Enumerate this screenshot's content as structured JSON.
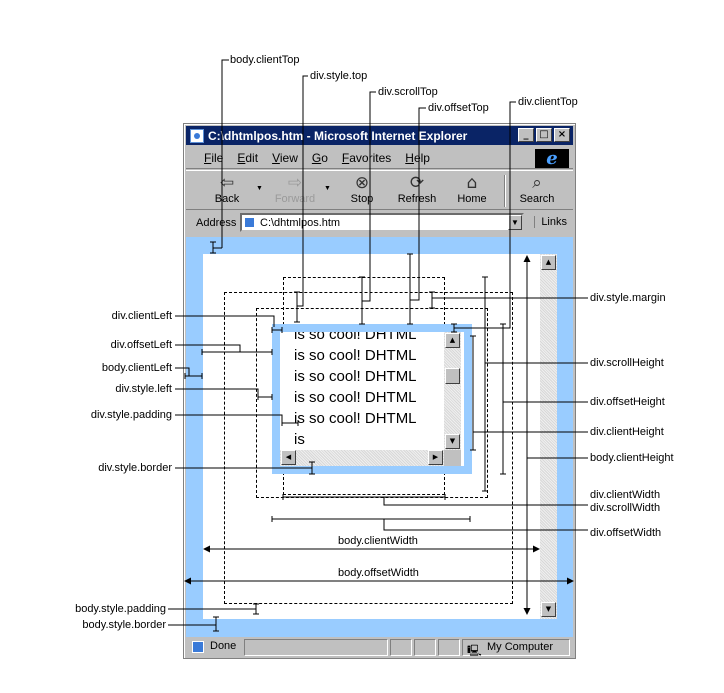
{
  "window": {
    "title": "C:\\dhtmlpos.htm - Microsoft Internet Explorer",
    "buttons": [
      "_",
      "□",
      "×"
    ]
  },
  "menu": [
    "File",
    "Edit",
    "View",
    "Go",
    "Favorites",
    "Help"
  ],
  "toolbar": {
    "back": "Back",
    "forward": "Forward",
    "stop": "Stop",
    "refresh": "Refresh",
    "home": "Home",
    "search": "Search"
  },
  "address": {
    "label": "Address",
    "value": "C:\\dhtmlpos.htm",
    "links": "Links"
  },
  "content": {
    "div_text": "is so cool! DHTML is so cool! DHTML is so cool! DHTML is so cool! DHTML is so cool! DHTML is"
  },
  "status": {
    "left": "Done",
    "zone": "My Computer"
  },
  "labels": {
    "body_clientTop": "body.clientTop",
    "div_style_top": "div.style.top",
    "div_scrollTop": "div.scrollTop",
    "div_offsetTop": "div.offsetTop",
    "div_clientTop": "div.clientTop",
    "div_style_margin": "div.style.margin",
    "div_clientLeft": "div.clientLeft",
    "div_offsetLeft": "div.offsetLeft",
    "body_clientLeft": "body.clientLeft",
    "div_style_left": "div.style.left",
    "div_style_padding": "div.style.padding",
    "div_style_border": "div.style.border",
    "div_scrollHeight": "div.scrollHeight",
    "div_offsetHeight": "div.offsetHeight",
    "div_clientHeight": "div.clientHeight",
    "body_clientHeight": "body.clientHeight",
    "div_clientWidth": "div.clientWidth",
    "div_scrollWidth": "div.scrollWidth",
    "div_offsetWidth": "div.offsetWidth",
    "body_clientWidth": "body.clientWidth",
    "body_offsetWidth": "body.offsetWidth",
    "body_style_padding": "body.style.padding",
    "body_style_border": "body.style.border"
  },
  "colors": {
    "border_blue": "#99ccff",
    "title_bar": "#0a2466",
    "chrome_gray": "#c0c0c0"
  }
}
